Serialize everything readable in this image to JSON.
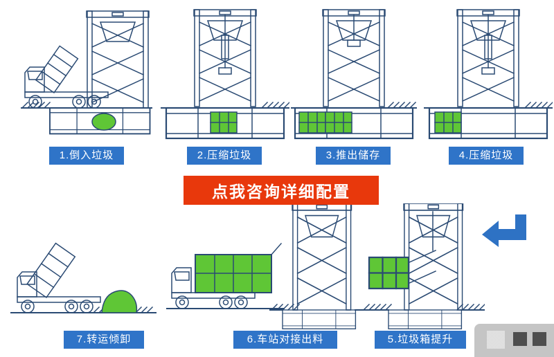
{
  "banner": {
    "text": "点我咨询详细配置"
  },
  "steps": [
    {
      "label": "1.倒入垃圾"
    },
    {
      "label": "2.压缩垃圾"
    },
    {
      "label": "3.推出储存"
    },
    {
      "label": "4.压缩垃圾"
    },
    {
      "label": "5.垃圾箱提升"
    },
    {
      "label": "6.车站对接出料"
    },
    {
      "label": "7.转运倾卸"
    }
  ],
  "icons": {
    "flow_arrow": "left-arrow"
  },
  "colors": {
    "label_bg": "#2f74c8",
    "banner_bg": "#e8380c",
    "accent_green": "#5fc636",
    "line_art": "#2a4a73",
    "arrow_blue": "#2e72c4"
  }
}
